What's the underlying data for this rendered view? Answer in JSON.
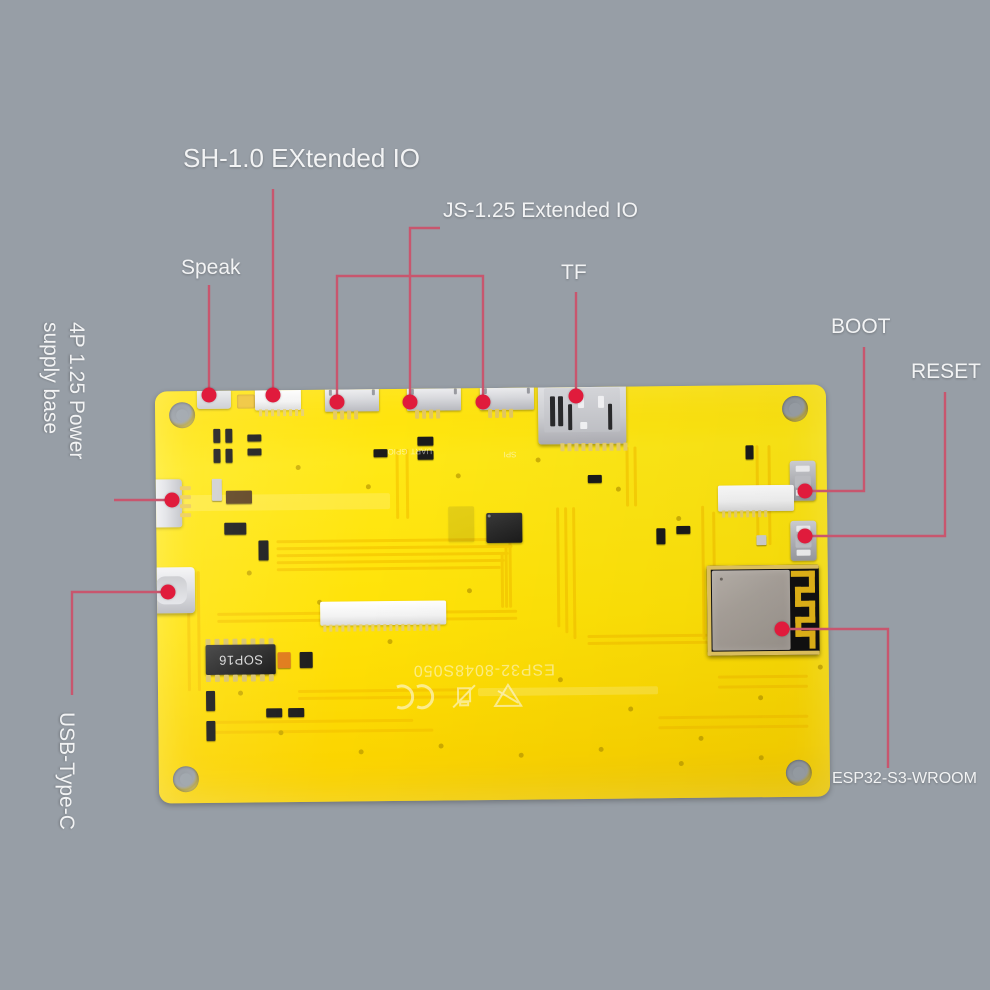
{
  "scene": {
    "title": "ESP32-8048S050 development board annotated photo",
    "background_color": "#979ea6",
    "board_color": "#ffe000",
    "callout_color": "#c8566e",
    "callout_dot_color": "#e01b3c",
    "label_color": "#f2f3f4"
  },
  "board": {
    "silkscreen_name": "ESP32-8048S050",
    "chip_marking": "SOP16",
    "silkscreen_marks": [
      "no-dispose-triangle",
      "wee-crossed-bin",
      "ce-mark"
    ]
  },
  "callouts": [
    {
      "id": "sh10",
      "label": "SH-1.0 EXtended IO",
      "size": "big",
      "orientation": "horizontal"
    },
    {
      "id": "js125",
      "label": "JS-1.25 Extended IO",
      "size": "mid",
      "orientation": "horizontal"
    },
    {
      "id": "speak",
      "label": "Speak",
      "size": "mid",
      "orientation": "horizontal"
    },
    {
      "id": "tf",
      "label": "TF",
      "size": "mid",
      "orientation": "horizontal"
    },
    {
      "id": "boot",
      "label": "BOOT",
      "size": "mid",
      "orientation": "horizontal"
    },
    {
      "id": "reset",
      "label": "RESET",
      "size": "mid",
      "orientation": "horizontal"
    },
    {
      "id": "power4p",
      "label": "4P 1.25 Power",
      "size": "mid",
      "orientation": "rotated-90"
    },
    {
      "id": "power4p_line2",
      "label": "supply base",
      "size": "mid",
      "orientation": "rotated-90"
    },
    {
      "id": "usbc",
      "label": "USB-Type-C",
      "size": "mid",
      "orientation": "rotated-90"
    },
    {
      "id": "esp32",
      "label": "ESP32-S3-WROOM",
      "size": "sm",
      "orientation": "horizontal"
    }
  ]
}
